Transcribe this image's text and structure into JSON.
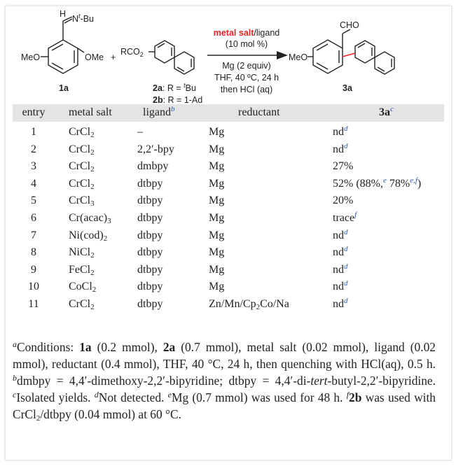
{
  "scheme": {
    "imine_h": "H",
    "imine_n": "N",
    "imine_tbu_sup": "t",
    "imine_tbu": "-Bu",
    "meo_1a": "MeO",
    "ome_1a": "OMe",
    "plus": "+",
    "rco2": "RCO",
    "rco2_sub": "2",
    "label_1a": "1a",
    "label_2a": "2a",
    "label_2a_rest": ": R = ",
    "label_2a_sup": "t",
    "label_2a_end": "Bu",
    "label_2b": "2b",
    "label_2b_rest": ": R = 1-Ad",
    "cond_red": "metal salt",
    "cond_black": "/ligand",
    "cond_2": "(10 mol %)",
    "cond_3": "Mg (2 equiv)",
    "cond_4": "THF, 40 ºC, 24 h",
    "cond_5": "then HCl (aq)",
    "meo_3a": "MeO",
    "cho": "CHO",
    "label_3a": "3a",
    "red_color": "#e8242a"
  },
  "table": {
    "headers": {
      "entry": "entry",
      "metal_salt": "metal salt",
      "ligand": "ligand",
      "ligand_sup": "b",
      "reductant": "reductant",
      "product": "3a",
      "product_sup": "c"
    },
    "rows": [
      {
        "entry": "1",
        "salt": [
          [
            "t",
            "CrCl"
          ],
          [
            "sub",
            "2"
          ]
        ],
        "ligand": "–",
        "reductant": [
          [
            "t",
            "Mg"
          ]
        ],
        "yield": [
          [
            "t",
            "nd"
          ],
          [
            "sup",
            "d"
          ]
        ]
      },
      {
        "entry": "2",
        "salt": [
          [
            "t",
            "CrCl"
          ],
          [
            "sub",
            "2"
          ]
        ],
        "ligand": "2,2′-bpy",
        "reductant": [
          [
            "t",
            "Mg"
          ]
        ],
        "yield": [
          [
            "t",
            "nd"
          ],
          [
            "sup",
            "d"
          ]
        ]
      },
      {
        "entry": "3",
        "salt": [
          [
            "t",
            "CrCl"
          ],
          [
            "sub",
            "2"
          ]
        ],
        "ligand": "dmbpy",
        "reductant": [
          [
            "t",
            "Mg"
          ]
        ],
        "yield": [
          [
            "t",
            "27%"
          ]
        ]
      },
      {
        "entry": "4",
        "salt": [
          [
            "t",
            "CrCl"
          ],
          [
            "sub",
            "2"
          ]
        ],
        "ligand": "dtbpy",
        "reductant": [
          [
            "t",
            "Mg"
          ]
        ],
        "yield": [
          [
            "t",
            "52% (88%,"
          ],
          [
            "sup",
            "e"
          ],
          [
            "t",
            " 78%"
          ],
          [
            "sup",
            "e,f"
          ],
          [
            "t",
            ")"
          ]
        ]
      },
      {
        "entry": "5",
        "salt": [
          [
            "t",
            "CrCl"
          ],
          [
            "sub",
            "3"
          ]
        ],
        "ligand": "dtbpy",
        "reductant": [
          [
            "t",
            "Mg"
          ]
        ],
        "yield": [
          [
            "t",
            "20%"
          ]
        ]
      },
      {
        "entry": "6",
        "salt": [
          [
            "t",
            "Cr(acac)"
          ],
          [
            "sub",
            "3"
          ]
        ],
        "ligand": "dtbpy",
        "reductant": [
          [
            "t",
            "Mg"
          ]
        ],
        "yield": [
          [
            "t",
            "trace"
          ],
          [
            "sup",
            "f"
          ]
        ]
      },
      {
        "entry": "7",
        "salt": [
          [
            "t",
            "Ni(cod)"
          ],
          [
            "sub",
            "2"
          ]
        ],
        "ligand": "dtbpy",
        "reductant": [
          [
            "t",
            "Mg"
          ]
        ],
        "yield": [
          [
            "t",
            "nd"
          ],
          [
            "sup",
            "d"
          ]
        ]
      },
      {
        "entry": "8",
        "salt": [
          [
            "t",
            "NiCl"
          ],
          [
            "sub",
            "2"
          ]
        ],
        "ligand": "dtbpy",
        "reductant": [
          [
            "t",
            "Mg"
          ]
        ],
        "yield": [
          [
            "t",
            "nd"
          ],
          [
            "sup",
            "d"
          ]
        ]
      },
      {
        "entry": "9",
        "salt": [
          [
            "t",
            "FeCl"
          ],
          [
            "sub",
            "2"
          ]
        ],
        "ligand": "dtbpy",
        "reductant": [
          [
            "t",
            "Mg"
          ]
        ],
        "yield": [
          [
            "t",
            "nd"
          ],
          [
            "sup",
            "d"
          ]
        ]
      },
      {
        "entry": "10",
        "salt": [
          [
            "t",
            "CoCl"
          ],
          [
            "sub",
            "2"
          ]
        ],
        "ligand": "dtbpy",
        "reductant": [
          [
            "t",
            "Mg"
          ]
        ],
        "yield": [
          [
            "t",
            "nd"
          ],
          [
            "sup",
            "d"
          ]
        ]
      },
      {
        "entry": "11",
        "salt": [
          [
            "t",
            "CrCl"
          ],
          [
            "sub",
            "2"
          ]
        ],
        "ligand": "dtbpy",
        "reductant": [
          [
            "t",
            "Zn/Mn/Cp"
          ],
          [
            "sub",
            "2"
          ],
          [
            "t",
            "Co/Na"
          ]
        ],
        "yield": [
          [
            "t",
            "nd"
          ],
          [
            "sup",
            "d"
          ]
        ]
      }
    ]
  },
  "footnotes": [
    [
      "sup",
      "a"
    ],
    [
      "t",
      "Conditions: "
    ],
    [
      "b",
      "1a"
    ],
    [
      "t",
      " (0.2 mmol), "
    ],
    [
      "b",
      "2a"
    ],
    [
      "t",
      " (0.7 mmol), metal salt (0.02 mmol), ligand (0.02 mmol), reductant (0.4 mmol), THF, 40 °C, 24 h, then quenching with HCl(aq), 0.5 h. "
    ],
    [
      "sup",
      "b"
    ],
    [
      "t",
      "dmbpy = 4,4′-dimethoxy-2,2′-bipyridine; dtbpy = 4,4′-di-"
    ],
    [
      "i",
      "tert"
    ],
    [
      "t",
      "-butyl-2,2′-bipyridine. "
    ],
    [
      "sup",
      "c"
    ],
    [
      "t",
      "Isolated yields. "
    ],
    [
      "sup",
      "d"
    ],
    [
      "t",
      "Not detected. "
    ],
    [
      "sup",
      "e"
    ],
    [
      "t",
      "Mg (0.7 mmol) was used for 48 h. "
    ],
    [
      "sup",
      "f"
    ],
    [
      "b",
      "2b"
    ],
    [
      "t",
      " was used with CrCl"
    ],
    [
      "sub",
      "2"
    ],
    [
      "t",
      "/dtbpy (0.04 mmol) at 60 °C."
    ]
  ]
}
